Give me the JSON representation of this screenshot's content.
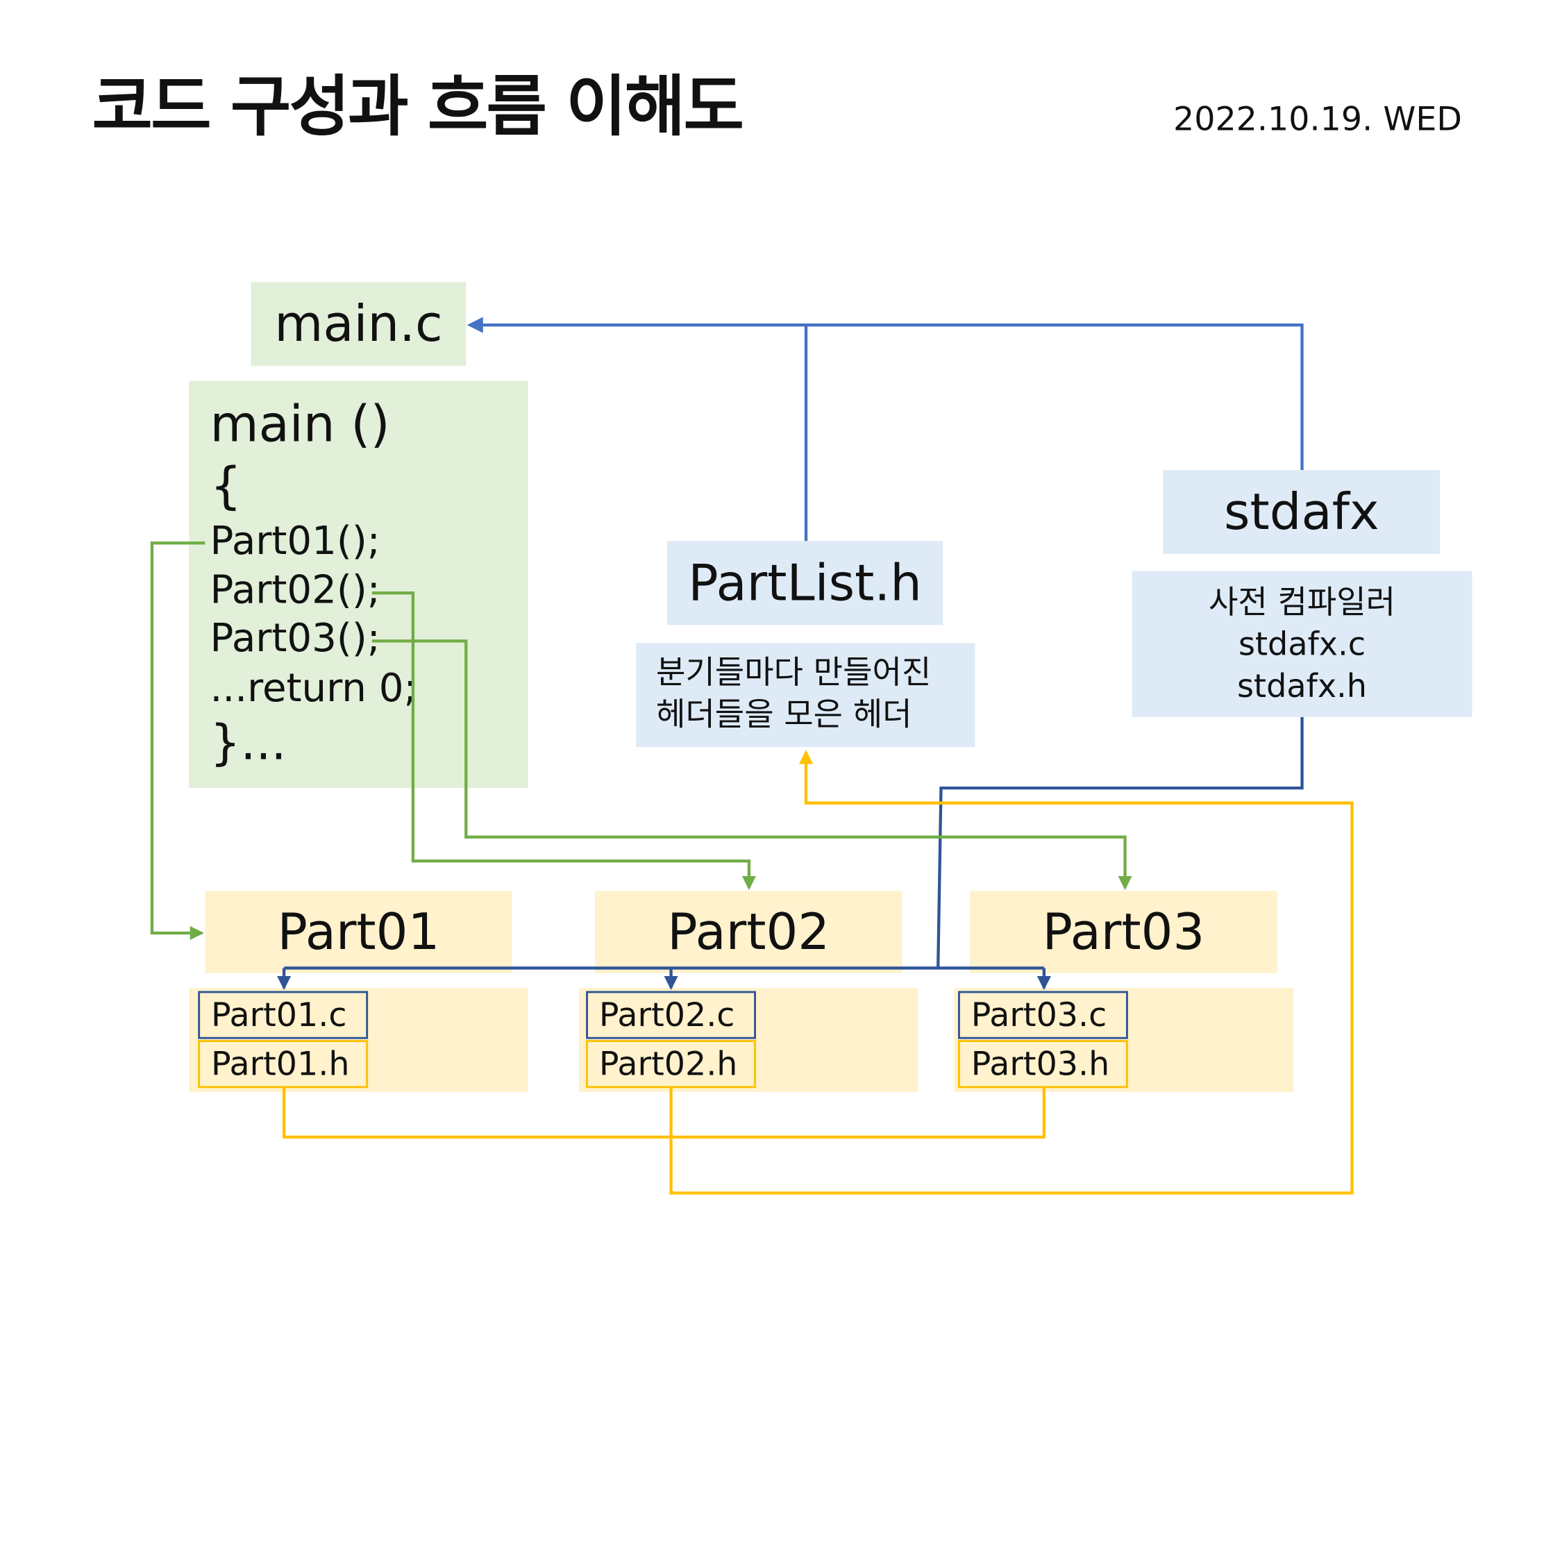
{
  "title": "코드 구성과 흐름 이해도",
  "date": "2022.10.19. WED",
  "main_file": {
    "label": "main.c",
    "code": [
      "main ()",
      "{",
      "Part01();",
      "Part02();",
      "Part03();",
      "...return 0;",
      "}..."
    ]
  },
  "partlist": {
    "label": "PartList.h",
    "desc": [
      "분기들마다 만들어진",
      "헤더들을 모은 헤더"
    ]
  },
  "stdafx": {
    "label": "stdafx",
    "desc": [
      "사전 컴파일러",
      "stdafx.c",
      "stdafx.h"
    ]
  },
  "parts": [
    {
      "label": "Part01",
      "c_file": "Part01.c",
      "h_file": "Part01.h"
    },
    {
      "label": "Part02",
      "c_file": "Part02.c",
      "h_file": "Part02.h"
    },
    {
      "label": "Part03",
      "c_file": "Part03.c",
      "h_file": "Part03.h"
    }
  ],
  "colors": {
    "green_box": "#e2efd9",
    "blue_box": "#deebf7",
    "yellow_box": "#fff2cc",
    "green_line": "#70ad47",
    "blue_line": "#4472c4",
    "dark_blue_line": "#2f5597",
    "yellow_line": "#ffc000"
  }
}
